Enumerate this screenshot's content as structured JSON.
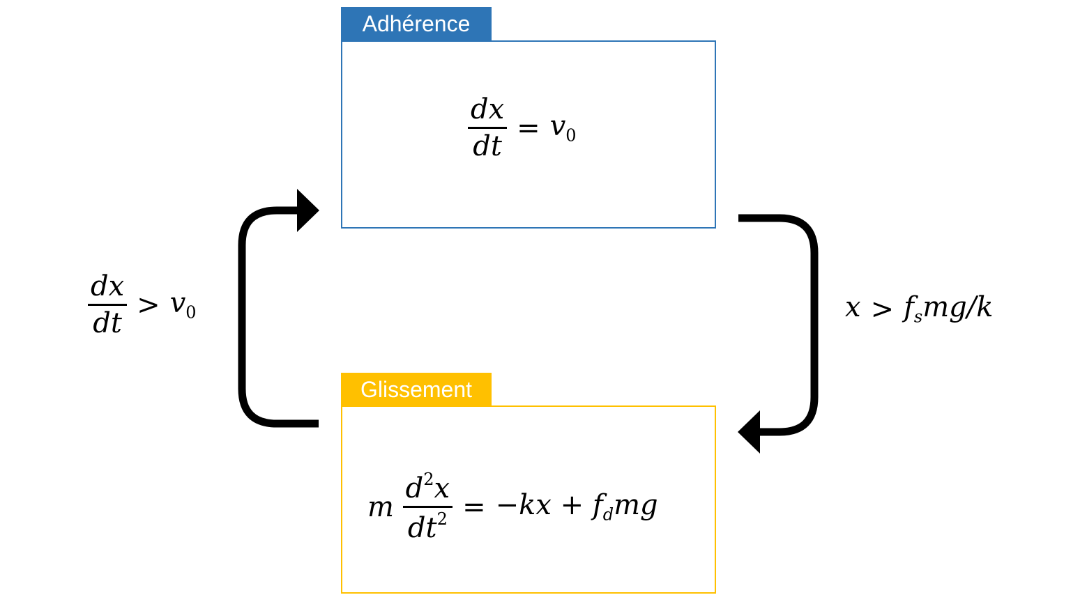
{
  "states": {
    "adherence": {
      "label": "Adhérence",
      "color": "#2E75B6",
      "equation": {
        "numerator": "dx",
        "denominator": "dt",
        "relation": "=",
        "rhs_symbol": "v",
        "rhs_subscript": "0"
      }
    },
    "glissement": {
      "label": "Glissement",
      "color": "#FFC000",
      "equation": {
        "prefix": "m",
        "numerator_base": "d",
        "numerator_power": "2",
        "numerator_var": "x",
        "denominator_base": "dt",
        "denominator_power": "2",
        "relation": "=",
        "rhs_part1": "−kx + f",
        "rhs_subscript": "d",
        "rhs_part2": "mg"
      }
    }
  },
  "transitions": {
    "to_glissement": {
      "lhs": "x",
      "relation": ">",
      "f": "f",
      "f_subscript": "s",
      "rest": "mg/k"
    },
    "to_adherence": {
      "numerator": "dx",
      "denominator": "dt",
      "relation": ">",
      "rhs_symbol": "v",
      "rhs_subscript": "0"
    }
  },
  "arrow_color": "#000000"
}
